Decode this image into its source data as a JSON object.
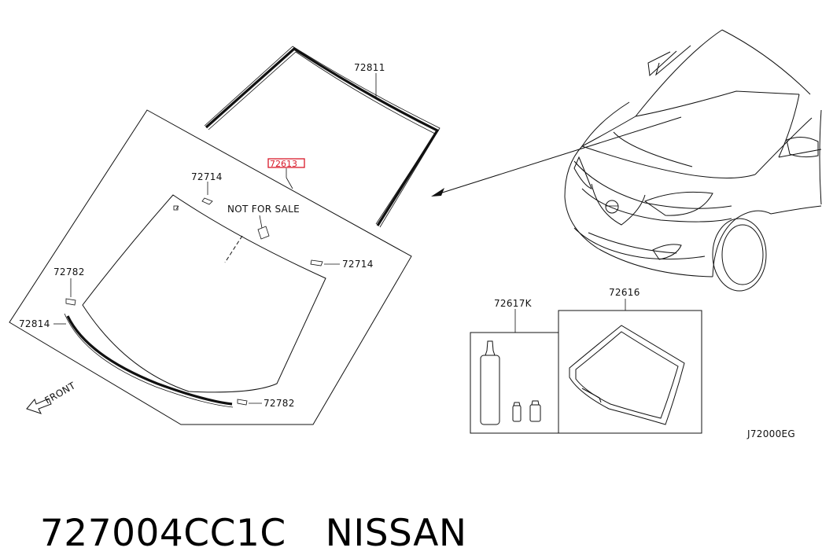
{
  "parts": {
    "molding_upper": "72811",
    "windshield_glass": "72613",
    "clip_upper_left": "72714",
    "clip_upper_right": "72714",
    "clip_left_top": "72782",
    "clip_bottom_right": "72782",
    "molding_lower": "72814",
    "adhesive_kit": "72617K",
    "seal_dam": "72616"
  },
  "annotations": {
    "not_for_sale": "NOT FOR SALE",
    "front": "FRONT"
  },
  "diagram_code": "J72000EG",
  "footer": {
    "part_number": "727004CC1C",
    "brand": "NISSAN"
  },
  "colors": {
    "highlight": "#d8192a",
    "ink": "#111111"
  }
}
